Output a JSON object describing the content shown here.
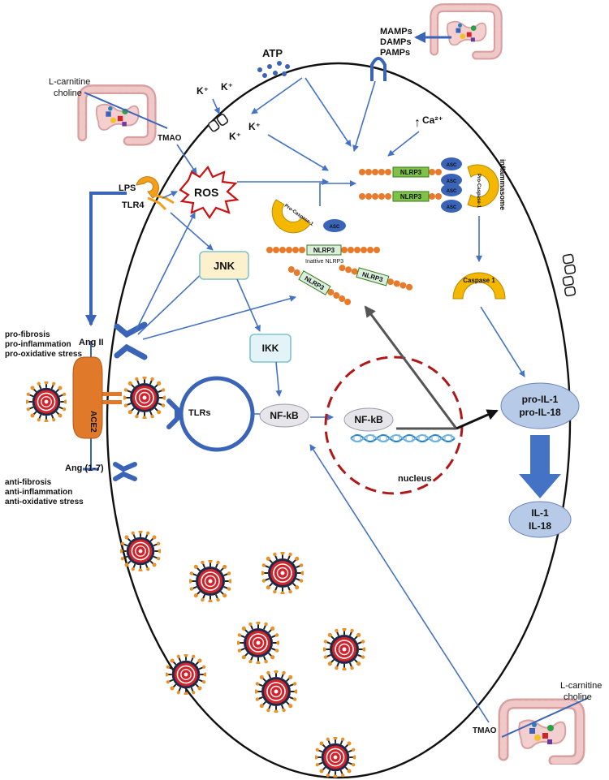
{
  "labels": {
    "atp": "ATP",
    "k1": "K⁺",
    "k2": "K⁺",
    "k3": "K⁺",
    "k4": "K⁺",
    "ca": "Ca²⁺",
    "mamps": "MAMPs",
    "damps": "DAMPs",
    "pamps": "PAMPs",
    "lcarnitine_top": "L-carnitine",
    "choline_top": "choline",
    "tmao_top": "TMAO",
    "lps": "LPS",
    "tlr4": "TLR4",
    "ros": "ROS",
    "jnk": "JNK",
    "ikk": "IKK",
    "nfkb_cyto": "NF-kB",
    "nfkb_nuc": "NF-kB",
    "nucleus": "nucleus",
    "tlrs": "TLRs",
    "ace2": "ACE2",
    "ang2": "Ang II",
    "ang17": "Ang (1-7)",
    "pro_fibrosis": "pro-fibrosis",
    "pro_inflammation": "pro-inflammation",
    "pro_oxidative": "pro-oxidative stress",
    "anti_fibrosis": "anti-fibrosis",
    "anti_inflammation": "anti-inflammation",
    "anti_oxidative": "anti-oxidative stress",
    "nlrp3": "NLRP3",
    "asc": "ASC",
    "procaspase": "Pro-Caspase-1",
    "inflammasome": "inflammasome",
    "inactive_nlrp3": "Inattive NLRP3",
    "caspase1": "Caspase 1",
    "pro_il1": "pro-IL-1",
    "pro_il18": "pro-IL-18",
    "il1": "IL-1",
    "il18": "IL-18",
    "lcarnitine_bottom": "L-carnitine",
    "choline_bottom": "choline",
    "tmao_bottom": "TMAO"
  },
  "colors": {
    "arrow": "#4472c4",
    "receptor": "#3a64b8",
    "membrane": "#111111",
    "nucleus_border": "#b01818",
    "dna": "#2a7fc0",
    "nlrp3_fill": "#7ec24a",
    "nlrp3_inactive": "#cfe8c7",
    "bead": "#e87a2b",
    "asc": "#3a64b8",
    "caspase": "#f5b800",
    "ros_border": "#cc1111",
    "jnk_fill": "#fdf0cc",
    "ikk_fill": "#e4f3f7",
    "nfkb_fill": "#e6e6ea",
    "il_fill": "#b7cbe8",
    "ace2": "#e07a2a",
    "lps": "#f2a01a",
    "virus_red": "#d4222a",
    "gut": "#e8b8b8"
  },
  "icons": [
    "gut-microbiota-icon",
    "virus-particle-icon",
    "ion-channel-icon",
    "dna-helix-icon",
    "ace2-receptor-icon"
  ]
}
